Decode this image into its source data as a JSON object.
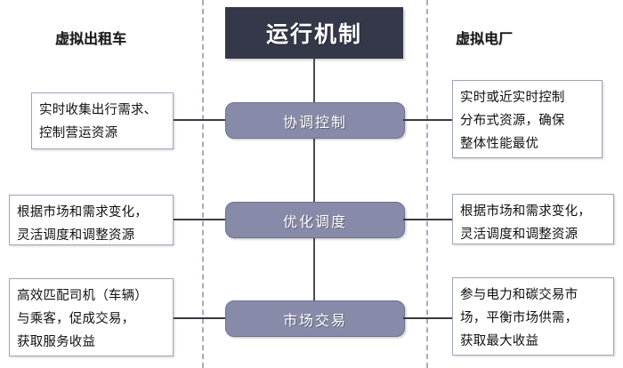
{
  "diagram": {
    "title": "运行机制",
    "columns": {
      "left_heading": "虚拟出租车",
      "right_heading": "虚拟电厂"
    },
    "stages": [
      {
        "id": "coordination-control",
        "center_label": "协调控制",
        "left_text": "实时收集出行需求、\n控制营运资源",
        "right_text": "实时或近实时控制\n分布式资源，确保\n整体性能最优"
      },
      {
        "id": "optimized-dispatch",
        "center_label": "优化调度",
        "left_text": "根据市场和需求变化，\n灵活调度和调整资源",
        "right_text": "根据市场和需求变化，\n灵活调度和调整资源"
      },
      {
        "id": "market-trading",
        "center_label": "市场交易",
        "left_text": "高效匹配司机（车辆）\n与乘客，促成交易，\n获取服务收益",
        "right_text": "参与电力和碳交易市\n场，平衡市场供需，\n获取最大收益"
      }
    ],
    "colors": {
      "title_block": "#343848",
      "stage_box": "#878aa8",
      "stage_box_border": "#6e7193",
      "divider": "#a9abc4",
      "connector": "#3a3a42",
      "desc_border": "#9fa2bb",
      "background": "#ffffff"
    }
  }
}
